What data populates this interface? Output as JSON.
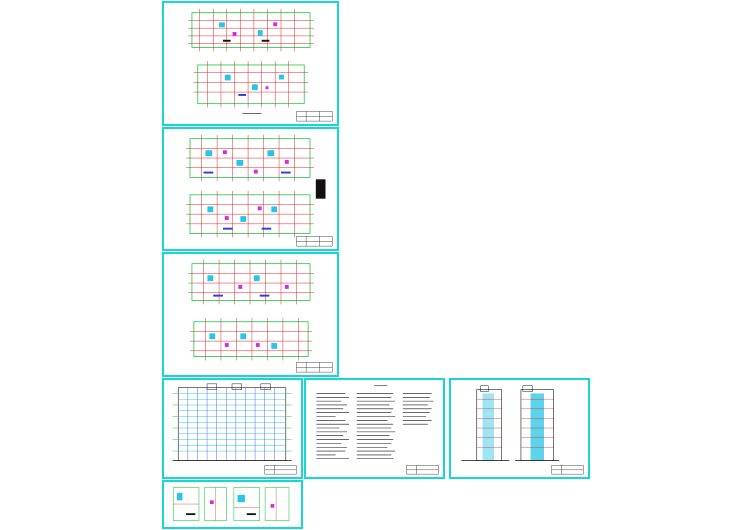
{
  "canvas": {
    "background": "#ffffff"
  },
  "colors": {
    "frame": "#17d6d6",
    "grid_red": "#e0201e",
    "wall_green": "#18c83c",
    "accent_cyan": "#27c6e6",
    "accent_magenta": "#d82ad8",
    "accent_blue": "#2a3de6",
    "line_black": "#111111"
  },
  "sheets": [
    {
      "id": "sheet-1",
      "kind": "floor-plans",
      "plans": 2
    },
    {
      "id": "sheet-2",
      "kind": "floor-plans",
      "plans": 2
    },
    {
      "id": "sheet-3",
      "kind": "floor-plans",
      "plans": 2
    },
    {
      "id": "sheet-4",
      "kind": "elevation"
    },
    {
      "id": "sheet-5",
      "kind": "notes"
    },
    {
      "id": "sheet-6",
      "kind": "sections"
    },
    {
      "id": "sheet-7",
      "kind": "details"
    }
  ],
  "icons": {
    "title_block": "title-block-icon"
  }
}
